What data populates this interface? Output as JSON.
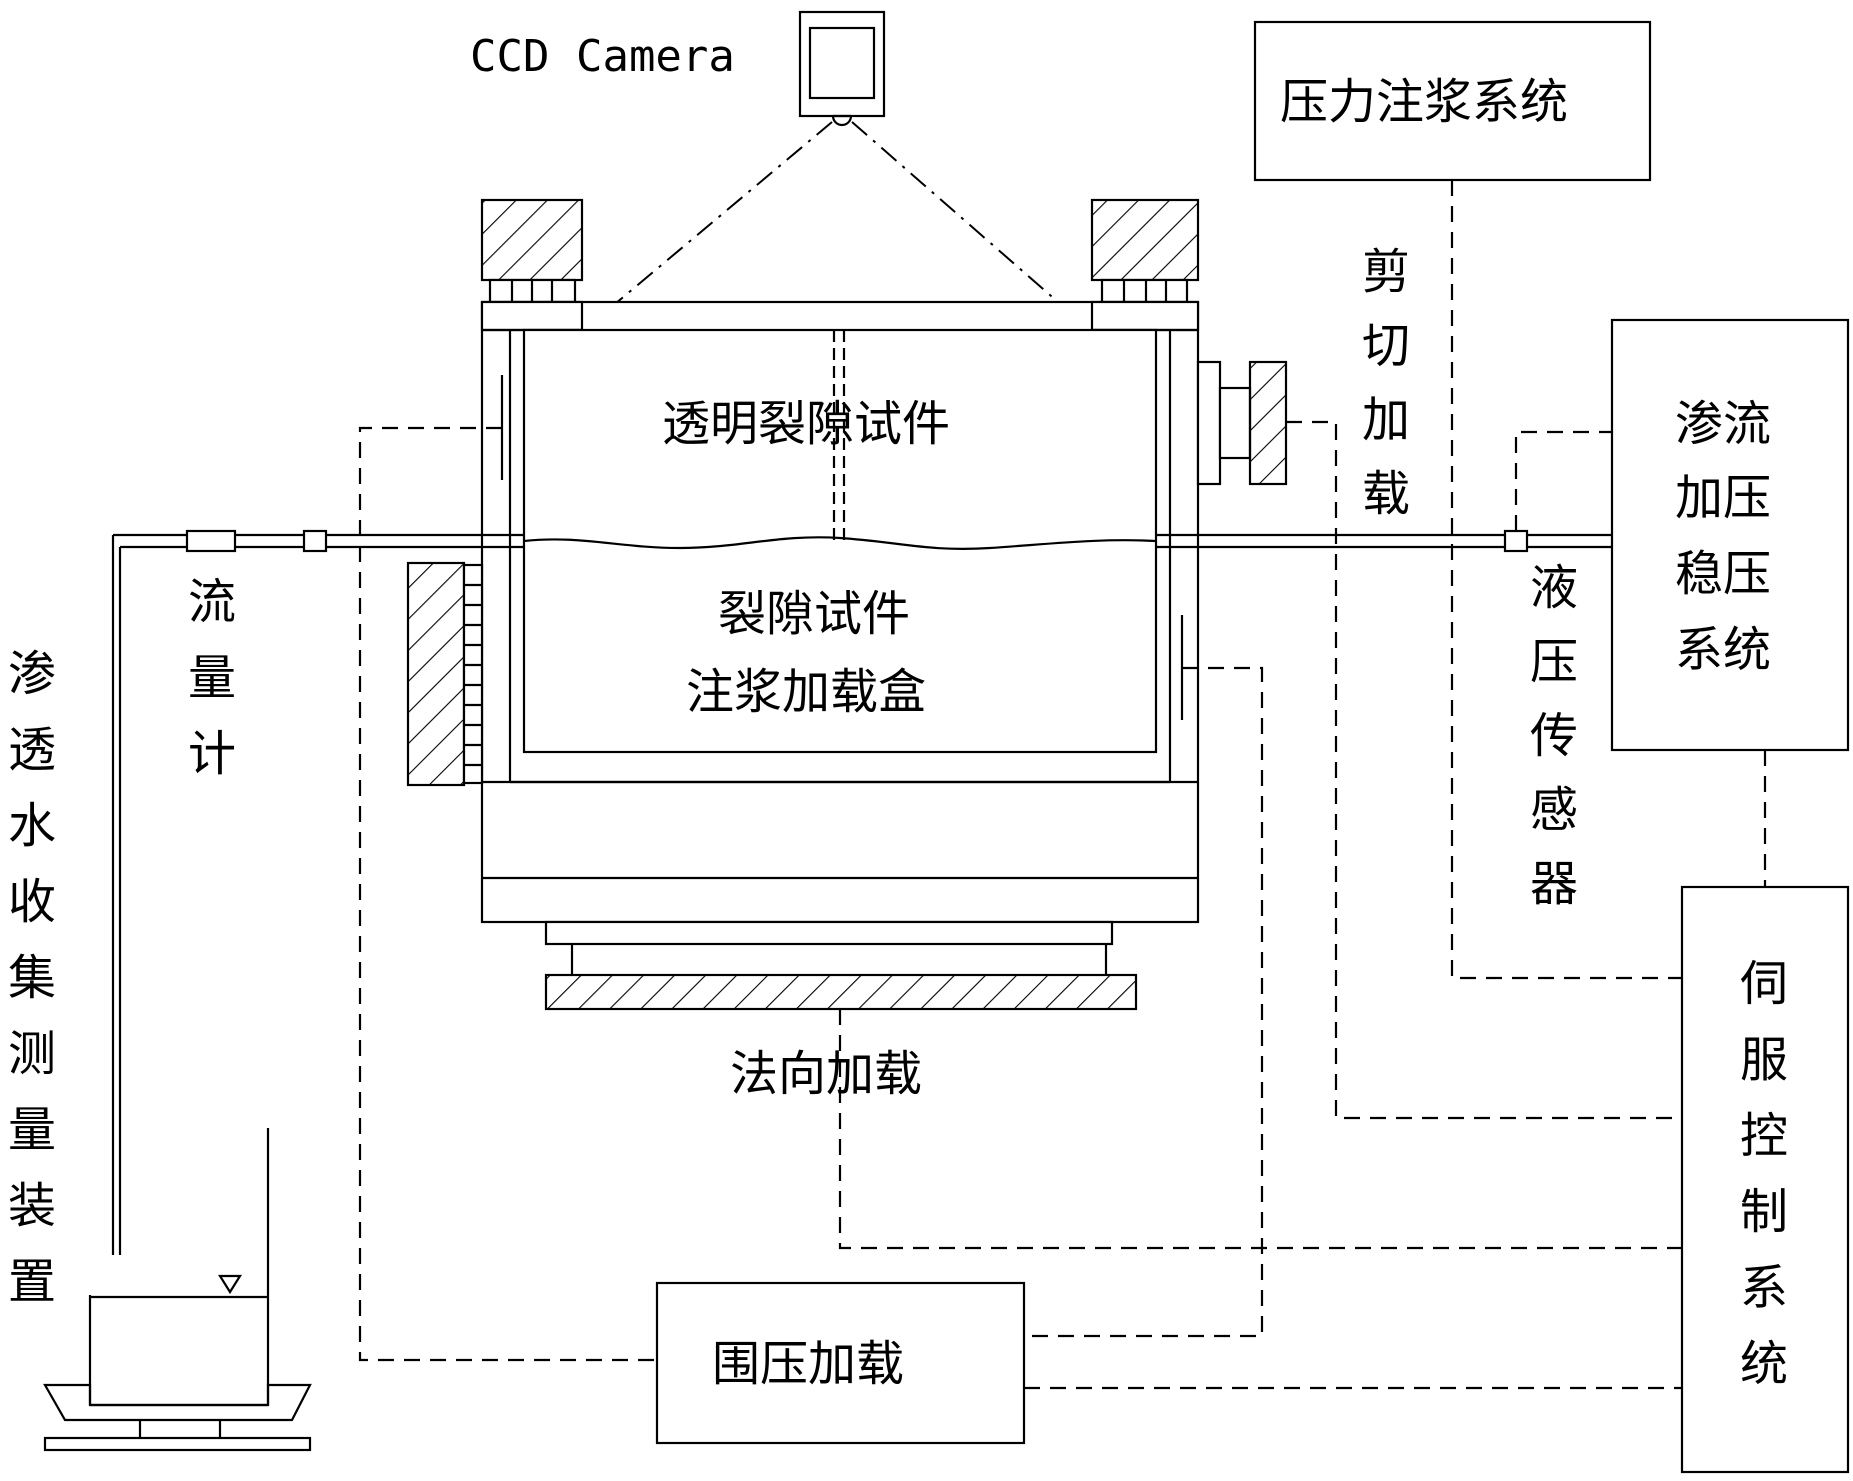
{
  "labels": {
    "ccd_camera": "CCD Camera",
    "pressure_grouting": "压力注浆系统",
    "transparent_specimen": "透明裂隙试件",
    "grouting_box_line1": "裂隙试件",
    "grouting_box_line2": "注浆加载盒",
    "shear_loading": [
      "剪",
      "切",
      "加",
      "载"
    ],
    "seepage_pressure": [
      "渗流",
      "加压",
      "稳压",
      "系统"
    ],
    "hydraulic_sensor": [
      "液",
      "压",
      "传",
      "感",
      "器"
    ],
    "flowmeter": [
      "流",
      "量",
      "计"
    ],
    "seepage_collection": [
      "渗",
      "透",
      "水",
      "收",
      "集",
      "测",
      "量",
      "装",
      "置"
    ],
    "normal_loading": "法向加载",
    "confining_loading": "围压加载",
    "servo_control": [
      "伺",
      "服",
      "控",
      "制",
      "系",
      "统"
    ]
  }
}
